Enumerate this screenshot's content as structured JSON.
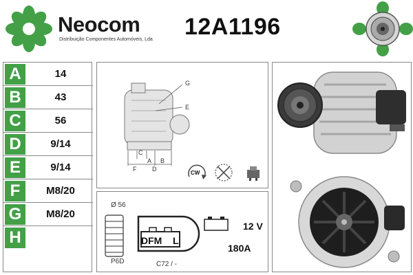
{
  "header": {
    "brand": "Neocom",
    "brand_tagline": "Distribuição Componentes Automóveis, Lda",
    "part_number": "12A1196"
  },
  "specs": [
    {
      "letter": "A",
      "value": "14"
    },
    {
      "letter": "B",
      "value": "43"
    },
    {
      "letter": "C",
      "value": "56"
    },
    {
      "letter": "D",
      "value": "9/14"
    },
    {
      "letter": "E",
      "value": "9/14"
    },
    {
      "letter": "F",
      "value": "M8/20"
    },
    {
      "letter": "G",
      "value": "M8/20"
    },
    {
      "letter": "H",
      "value": ""
    }
  ],
  "diagram": {
    "labels": {
      "g": "G",
      "e": "E",
      "c": "C",
      "a": "A",
      "b": "B",
      "f": "F",
      "d": "D"
    },
    "rotation": "CW"
  },
  "connector": {
    "pulley_diameter": "Ø 56",
    "pulley_type": "P6D",
    "plug_code": "DFM",
    "plug_pin": "L",
    "plug_ref": "C72 / -",
    "voltage": "12 V",
    "amperage": "180A"
  },
  "colors": {
    "brand_green": "#43a047",
    "border": "#888888"
  },
  "icons": [
    "neocom-logo-icon",
    "alternator-thumbnail-icon",
    "cw-rotation-icon",
    "fan-ventilation-icon",
    "regulator-icon",
    "battery-icon"
  ]
}
